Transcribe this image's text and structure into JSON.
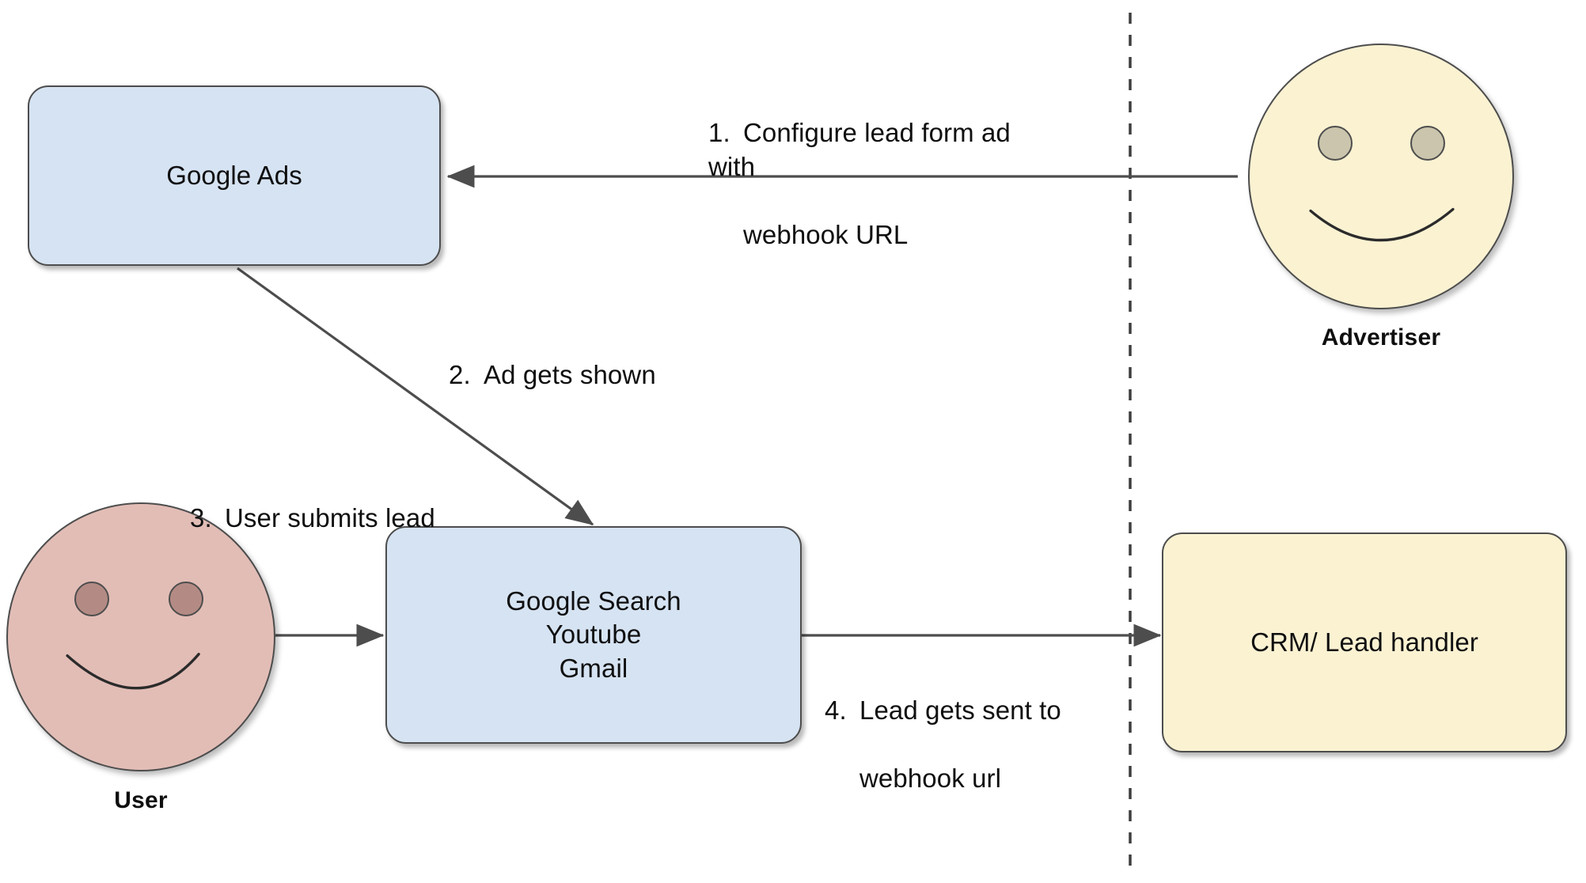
{
  "diagram": {
    "title": "Google Ads lead form webhook flow",
    "nodes": [
      {
        "id": "google-ads",
        "label": "Google Ads",
        "shape": "rounded-rect",
        "fill": "#d6e3f2"
      },
      {
        "id": "google-surfaces",
        "label": "Google Search\nYoutube\nGmail",
        "shape": "rounded-rect",
        "fill": "#d6e3f2"
      },
      {
        "id": "crm",
        "label": "CRM/ Lead handler",
        "shape": "rounded-rect",
        "fill": "#fbf2d2"
      }
    ],
    "actors": [
      {
        "id": "advertiser",
        "name": "Advertiser",
        "shape": "smiley-circle",
        "fill": "#fbf2d2",
        "eye_fill": "#cac5ac"
      },
      {
        "id": "user",
        "name": "User",
        "shape": "smiley-circle",
        "fill": "#e2bdb6",
        "eye_fill": "#b48b84"
      }
    ],
    "steps": [
      {
        "number": "1.",
        "text": "Configure lead form ad with webhook URL",
        "from": "advertiser",
        "to": "google-ads"
      },
      {
        "number": "2.",
        "text": "Ad gets shown",
        "from": "google-ads",
        "to": "google-surfaces"
      },
      {
        "number": "3.",
        "text": "User submits lead",
        "from": "user",
        "to": "google-surfaces"
      },
      {
        "number": "4.",
        "text": "Lead gets sent to webhook url",
        "from": "google-surfaces",
        "to": "crm"
      }
    ],
    "step_text_lines": {
      "step1_line1": "Configure lead form ad with",
      "step1_line2": "webhook URL",
      "step2_line1": "Ad gets shown",
      "step3_line1": "User submits lead",
      "step4_line1": "Lead gets sent to",
      "step4_line2": "webhook url"
    },
    "divider": {
      "id": "boundary-divider",
      "style": "dashed-vertical"
    },
    "colors": {
      "box_blue": "#d6e3f2",
      "box_yellow": "#fbf2d2",
      "face_pink": "#e2bdb6",
      "eye_tan": "#cac5ac",
      "eye_brown": "#b48b84",
      "stroke": "#4d4d4d",
      "text": "#0f0f10",
      "background": "#ffffff"
    }
  }
}
